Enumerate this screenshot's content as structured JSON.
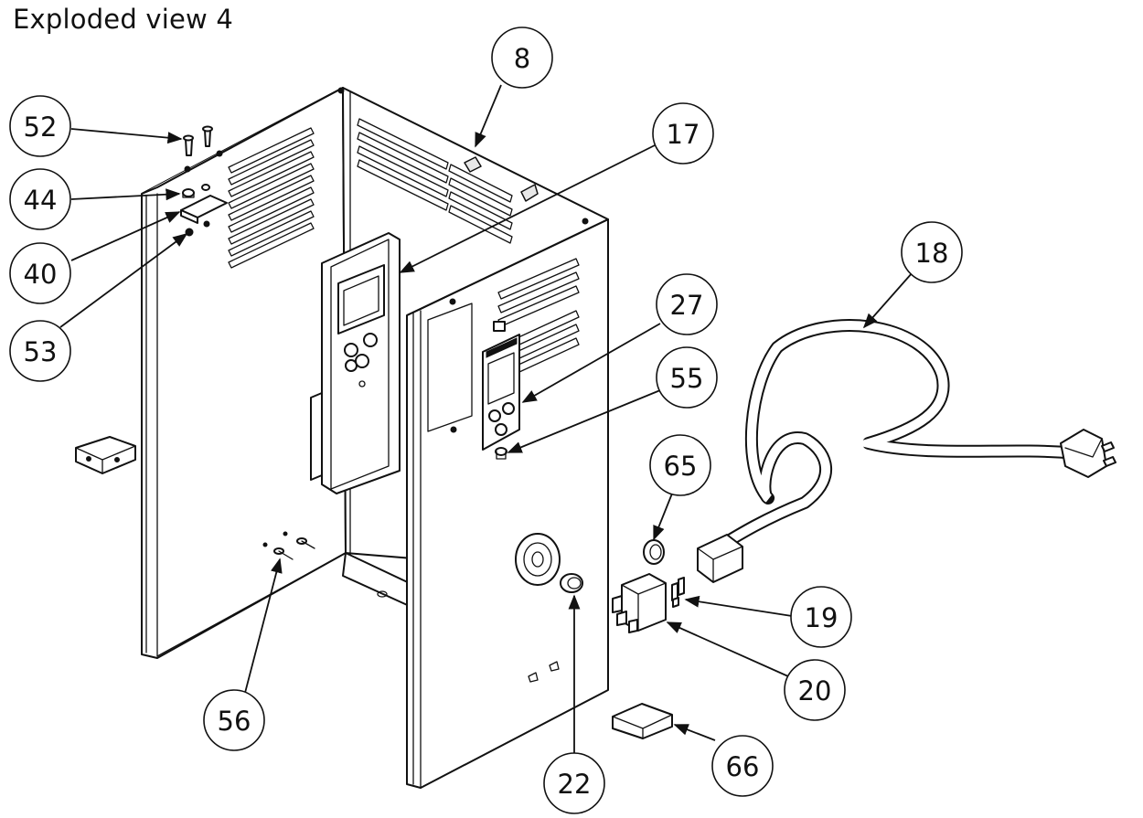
{
  "title": "Exploded view 4",
  "callouts": [
    {
      "id": "8",
      "label": "8"
    },
    {
      "id": "17",
      "label": "17"
    },
    {
      "id": "18",
      "label": "18"
    },
    {
      "id": "19",
      "label": "19"
    },
    {
      "id": "20",
      "label": "20"
    },
    {
      "id": "22",
      "label": "22"
    },
    {
      "id": "27",
      "label": "27"
    },
    {
      "id": "40",
      "label": "40"
    },
    {
      "id": "44",
      "label": "44"
    },
    {
      "id": "52",
      "label": "52"
    },
    {
      "id": "53",
      "label": "53"
    },
    {
      "id": "55",
      "label": "55"
    },
    {
      "id": "56",
      "label": "56"
    },
    {
      "id": "65",
      "label": "65"
    },
    {
      "id": "66",
      "label": "66"
    }
  ]
}
